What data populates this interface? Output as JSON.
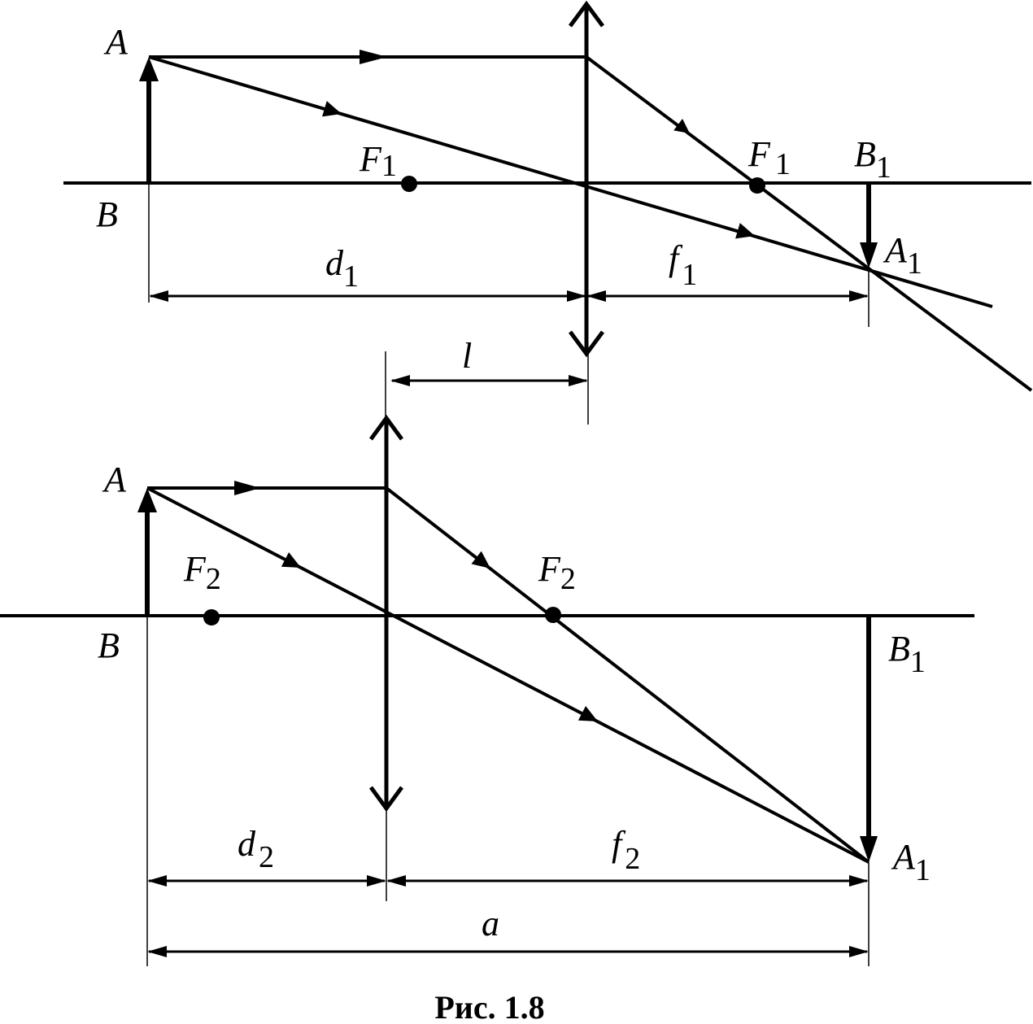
{
  "caption": "Рис. 1.8",
  "top": {
    "point_A": "A",
    "point_B": "B",
    "focus_left": {
      "main": "F",
      "sub": "1"
    },
    "focus_right": {
      "main": "F",
      "sub": "1"
    },
    "image_B": {
      "main": "B",
      "sub": "1"
    },
    "image_A": {
      "main": "A",
      "sub": "1"
    },
    "dim_d": {
      "main": "d",
      "sub": "1"
    },
    "dim_f": {
      "main": "f",
      "sub": "1"
    }
  },
  "shift": {
    "main": "l"
  },
  "bottom": {
    "point_A": "A",
    "point_B": "B",
    "focus_left": {
      "main": "F",
      "sub": "2"
    },
    "focus_right": {
      "main": "F",
      "sub": "2"
    },
    "image_B": {
      "main": "B",
      "sub": "1"
    },
    "image_A": {
      "main": "A",
      "sub": "1"
    },
    "dim_d": {
      "main": "d",
      "sub": "2"
    },
    "dim_f": {
      "main": "f",
      "sub": "2"
    },
    "dim_a": {
      "main": "a"
    }
  }
}
